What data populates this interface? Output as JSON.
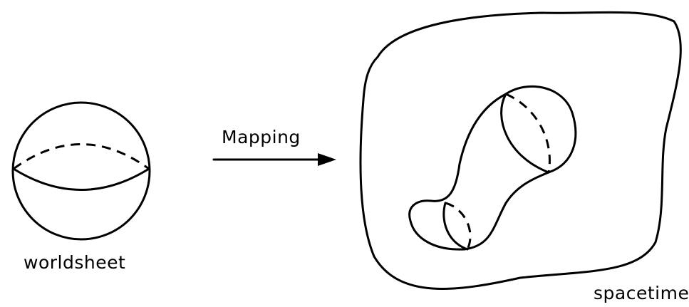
{
  "labels": {
    "worldsheet": "worldsheet",
    "mapping": "Mapping",
    "spacetime": "spacetime"
  },
  "colors": {
    "ink": "#000000",
    "background": "#ffffff"
  }
}
